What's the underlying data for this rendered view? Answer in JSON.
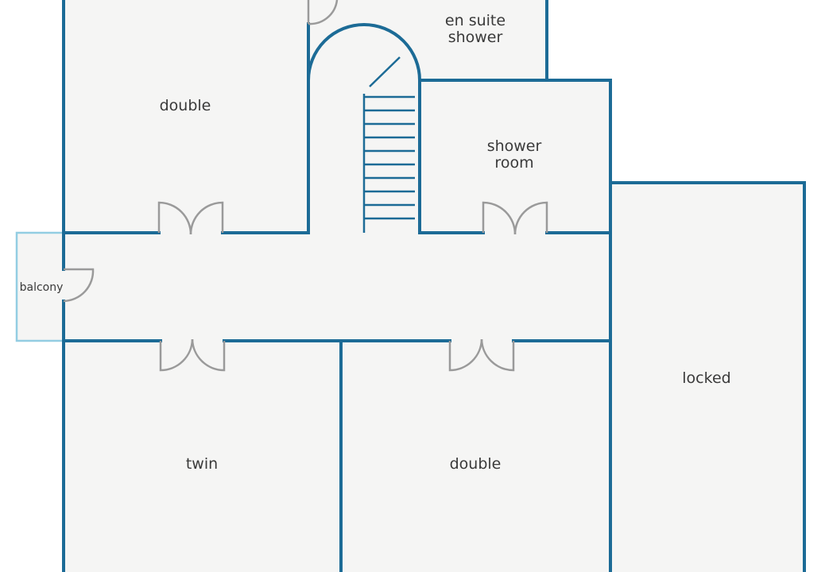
{
  "colors": {
    "floor": "#f5f5f4",
    "wall": "#1c6b96",
    "balcony_wall": "#93cde2",
    "door": "#9a9a9a",
    "label": "#3a3a3a"
  },
  "rooms": {
    "double_upper": "double",
    "en_suite_line1": "en suite",
    "en_suite_line2": "shower",
    "shower_room_line1": "shower",
    "shower_room_line2": "room",
    "balcony": "balcony",
    "locked": "locked",
    "twin": "twin",
    "double_lower": "double"
  },
  "stairs": {
    "step_count": 10
  }
}
